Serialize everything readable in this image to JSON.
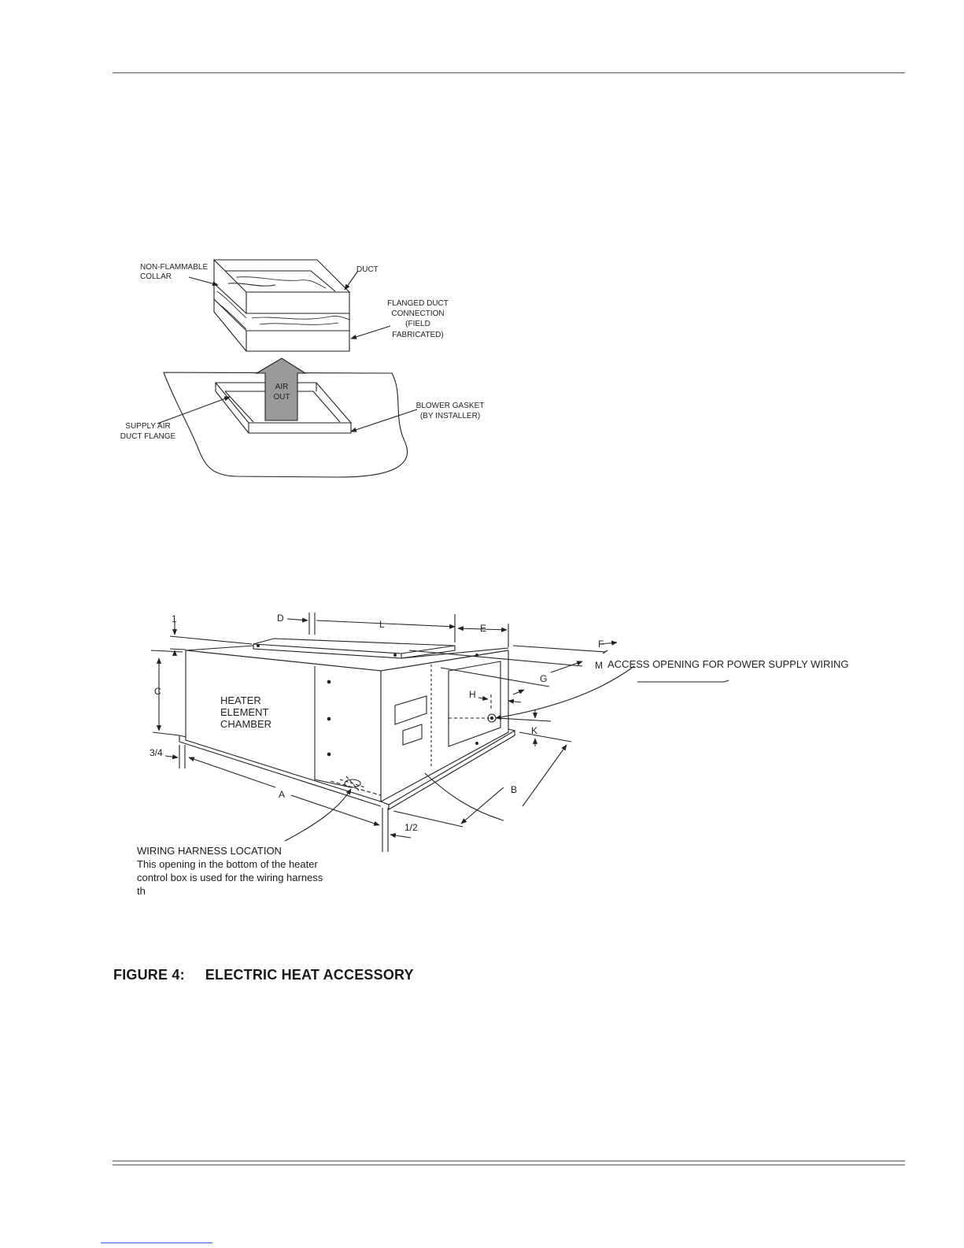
{
  "figure1": {
    "labels": {
      "collar": [
        "NON-FLAMMABLE",
        "COLLAR"
      ],
      "duct": "DUCT",
      "flanged": [
        "FLANGED DUCT",
        "CONNECTION",
        "(FIELD",
        "FABRICATED)"
      ],
      "air_out": [
        "AIR",
        "OUT"
      ],
      "gasket": [
        "BLOWER GASKET",
        "(BY INSTALLER)"
      ],
      "supply": [
        "SUPPLY AIR",
        "DUCT FLANGE"
      ]
    }
  },
  "figure2": {
    "dims": {
      "one": "1",
      "d": "D",
      "l": "L",
      "e": "E",
      "f": "F",
      "m": "M",
      "g": "G",
      "h": "H",
      "k": "K",
      "c": "C",
      "three_quarter": "3/4",
      "a": "A",
      "b": "B",
      "half": "1/2"
    },
    "access_opening": "ACCESS OPENING FOR POWER SUPPLY WIRING",
    "chamber": [
      "HEATER",
      "ELEMENT",
      "CHAMBER"
    ],
    "harness": {
      "title": "WIRING HARNESS LOCATION",
      "lines": [
        "This opening in the bottom of the heater",
        "control box is used for the wiring harness",
        "th"
      ]
    }
  },
  "figure_title": "FIGURE 4:     ELECTRIC HEAT ACCESSORY"
}
